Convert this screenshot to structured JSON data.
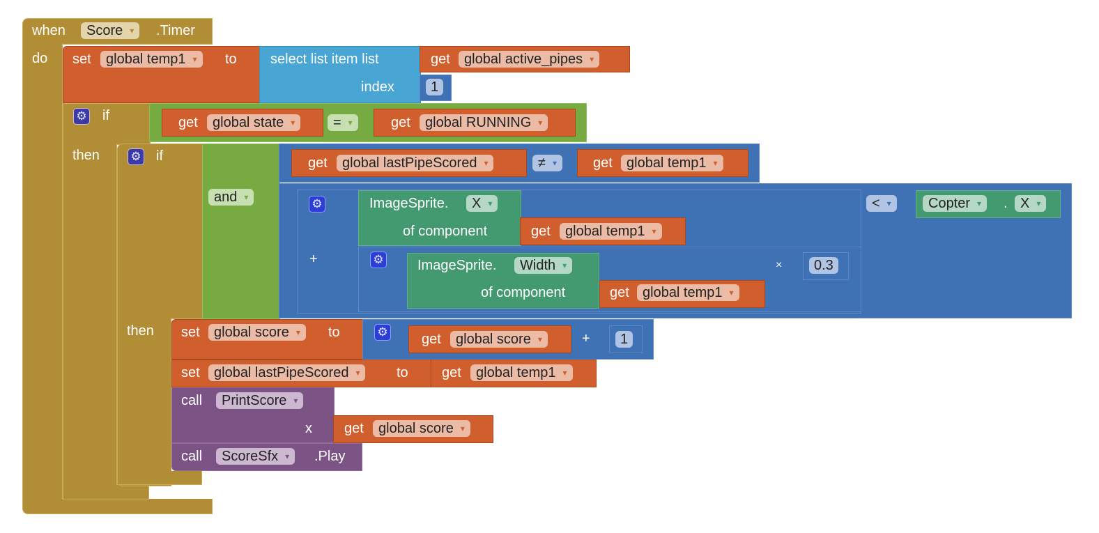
{
  "event": {
    "when": "when",
    "component": "Score",
    "event": ".Timer",
    "do": "do"
  },
  "set1": {
    "set": "set",
    "var": "global temp1",
    "to": "to"
  },
  "select": {
    "label": "select list item  list",
    "index_label": "index",
    "list_get": "get",
    "list_var": "global active_pipes",
    "index_value": "1"
  },
  "if1": {
    "if": "if",
    "then": "then",
    "left_get": "get",
    "left_var": "global state",
    "op": "=",
    "right_get": "get",
    "right_var": "global RUNNING"
  },
  "if2": {
    "if": "if",
    "then": "then",
    "and_op": "and",
    "cmp1": {
      "left_get": "get",
      "left_var": "global lastPipeScored",
      "op": "≠",
      "right_get": "get",
      "right_var": "global temp1"
    },
    "cmp2": {
      "op": "<",
      "plus": "+",
      "times": "×",
      "sprite1": "ImageSprite.",
      "prop1": "X",
      "of_component": "of component",
      "get": "get",
      "var": "global temp1",
      "sprite2": "ImageSprite.",
      "prop2": "Width",
      "factor": "0.3",
      "copter": "Copter",
      "dot": ".",
      "copter_prop": "X"
    }
  },
  "body": {
    "set_score": {
      "set": "set",
      "var": "global score",
      "to": "to",
      "get": "get",
      "get_var": "global score",
      "plus": "+",
      "num": "1"
    },
    "set_last": {
      "set": "set",
      "var": "global lastPipeScored",
      "to": "to",
      "get": "get",
      "get_var": "global temp1"
    },
    "call_print": {
      "call": "call",
      "proc": "PrintScore",
      "arg": "x",
      "get": "get",
      "get_var": "global score"
    },
    "call_sfx": {
      "call": "call",
      "comp": "ScoreSfx",
      "method": ".Play"
    }
  },
  "icons": {
    "mutator": "⚙"
  }
}
